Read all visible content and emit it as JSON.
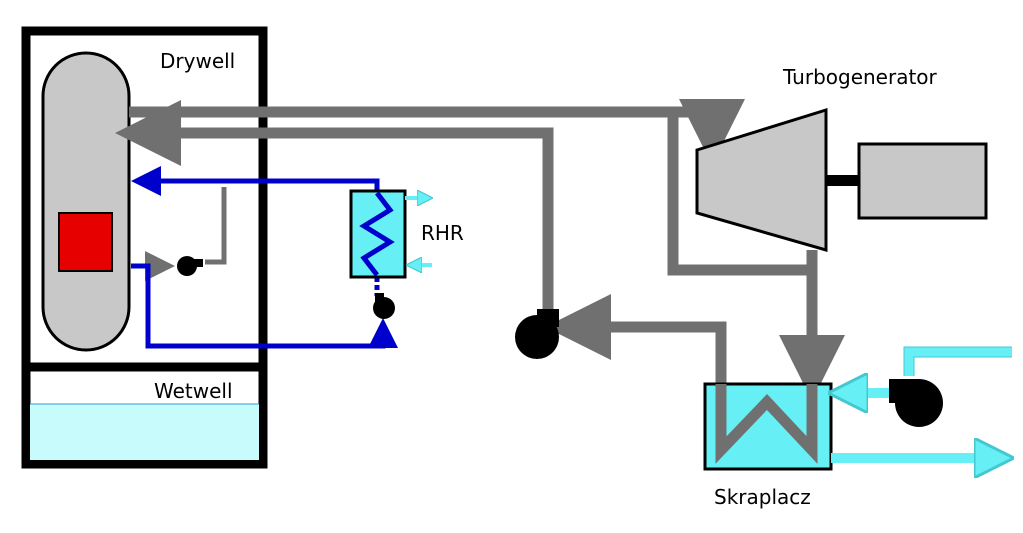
{
  "labels": {
    "drywell": "Drywell",
    "wetwell": "Wetwell",
    "rhr": "RHR",
    "turbogenerator": "Turbogenerator",
    "condenser": "Skraplacz"
  },
  "colors": {
    "steam_line": "#707070",
    "rhr_loop": "#0000cc",
    "cooling_water": "#66f0f5",
    "vessel_fill": "#c8c8c8",
    "core": "#e60000",
    "pool_water": "#c8fbfb"
  }
}
